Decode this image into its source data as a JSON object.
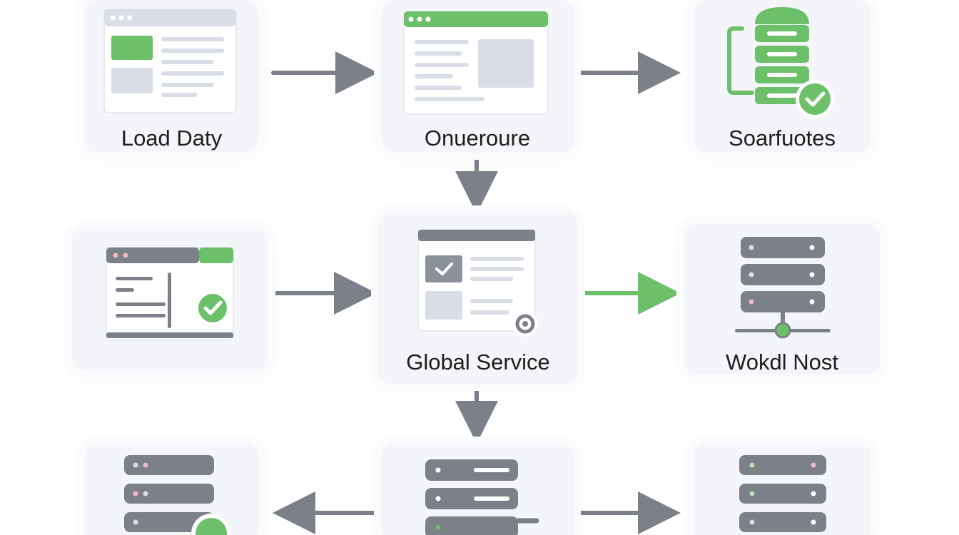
{
  "nodes": {
    "load_data": {
      "label": "Load Daty",
      "icon": "browser-window-icon"
    },
    "onueroure": {
      "label": "Onueroure",
      "icon": "browser-window-icon"
    },
    "soarfuotes": {
      "label": "Soarfuotes",
      "icon": "server-check-icon"
    },
    "browser_check": {
      "label": "",
      "icon": "browser-check-icon"
    },
    "global_service": {
      "label": "Global Service",
      "icon": "dashboard-settings-icon"
    },
    "wokdl_nost": {
      "label": "Wokdl Nost",
      "icon": "server-network-icon"
    },
    "server_bottom_left": {
      "label": "",
      "icon": "server-check-icon"
    },
    "server_bottom_center": {
      "label": "",
      "icon": "server-edit-icon"
    },
    "server_bottom_right": {
      "label": "",
      "icon": "server-icon"
    }
  },
  "edges": [
    {
      "from": "load_data",
      "to": "onueroure",
      "color": "#7b8089"
    },
    {
      "from": "onueroure",
      "to": "soarfuotes",
      "color": "#7b8089"
    },
    {
      "from": "onueroure",
      "to": "global_service",
      "color": "#7b8089"
    },
    {
      "from": "browser_check",
      "to": "global_service",
      "color": "#7b8089"
    },
    {
      "from": "global_service",
      "to": "wokdl_nost",
      "color": "#6cc06a"
    },
    {
      "from": "global_service",
      "to": "server_bottom_center",
      "color": "#7b8089"
    },
    {
      "from": "server_bottom_center",
      "to": "server_bottom_left",
      "color": "#7b8089"
    },
    {
      "from": "server_bottom_center",
      "to": "server_bottom_right",
      "color": "#7b8089"
    }
  ],
  "colors": {
    "accent_green": "#6cc06a",
    "server_gray": "#7b8089",
    "arrow_gray": "#7b8089",
    "card_bg": "#f3f5f8",
    "panel_blue_gray": "#d9dde6"
  }
}
